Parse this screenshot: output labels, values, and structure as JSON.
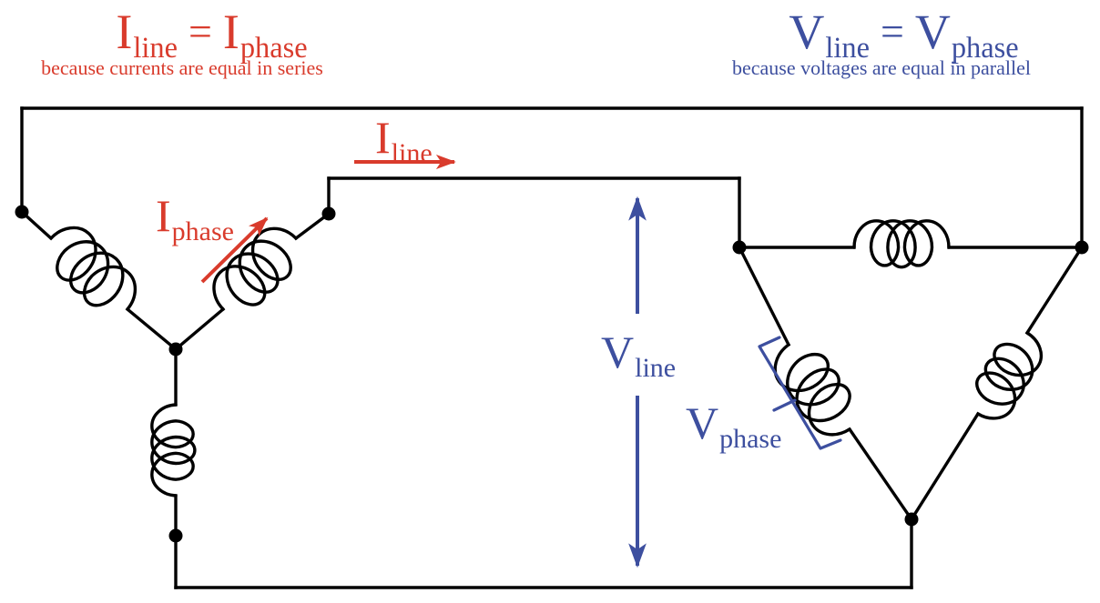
{
  "colors": {
    "current_red": "#d93b2c",
    "voltage_blue": "#3d4f9f",
    "wire_black": "#000000",
    "background": "#ffffff"
  },
  "headers": {
    "left": {
      "lhs_main": "I",
      "lhs_sub": "line",
      "equals": "=",
      "rhs_main": "I",
      "rhs_sub": "phase",
      "caption": "because currents are equal in series"
    },
    "right": {
      "lhs_main": "V",
      "lhs_sub": "line",
      "equals": "=",
      "rhs_main": "V",
      "rhs_sub": "phase",
      "caption": "because voltages are equal in parallel"
    }
  },
  "labels": {
    "i_line": {
      "main": "I",
      "sub": "line"
    },
    "i_phase": {
      "main": "I",
      "sub": "phase"
    },
    "v_line": {
      "main": "V",
      "sub": "line"
    },
    "v_phase": {
      "main": "V",
      "sub": "phase"
    }
  }
}
